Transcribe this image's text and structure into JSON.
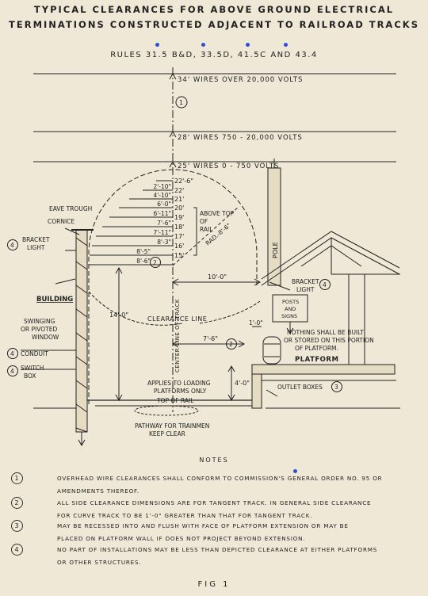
{
  "title": {
    "line1": "TYPICAL CLEARANCES FOR ABOVE GROUND ELECTRICAL",
    "line2": "TERMINATIONS CONSTRUCTED ADJACENT TO RAILROAD TRACKS"
  },
  "rules": "RULES 31.5 B&D, 33.5D, 41.5C AND 43.4",
  "wires": {
    "w1": "34' WIRES OVER 20,000 VOLTS",
    "w2": "28' WIRES 750 - 20,000 VOLTS",
    "w3": "25' WIRES 0 - 750 VOLTS"
  },
  "heights": [
    "22'-6\"",
    "22'",
    "21'",
    "20'",
    "19'",
    "18'",
    "17'",
    "16'",
    "15'"
  ],
  "offsets": [
    "2'-10\"",
    "4'-10\"",
    "6'-0\"",
    "6'-11\"",
    "7'-6\"",
    "7'-11\"",
    "8'-3\"",
    "8'-5\"",
    "8'-6\""
  ],
  "labels": {
    "above_top_of_rail": [
      "ABOVE TOP",
      "OF",
      "RAIL"
    ],
    "radius": "RAD.-8'-6\"",
    "eave_trough": "EAVE TROUGH",
    "cornice": "CORNICE",
    "bracket_light_left": [
      "BRACKET",
      "LIGHT"
    ],
    "building": "BUILDING",
    "window": [
      "SWINGING",
      "OR PIVOTED",
      "WINDOW"
    ],
    "conduit": "CONDUIT",
    "switch_box": [
      "SWITCH",
      "BOX"
    ],
    "height_14": "14'-0\"",
    "clearance_line": "CLEARANCE LINE",
    "center_line": "CENTER LINE OF TRACK",
    "dim_10": "10'-0\"",
    "dim_7_6": "7'-6\"",
    "dim_1": "1'-0\"",
    "dim_4": "4'-0\"",
    "pole": "POLE",
    "bracket_light_right": [
      "BRACKET",
      "LIGHT"
    ],
    "posts_signs": [
      "POSTS",
      "AND",
      "SIGNS"
    ],
    "nothing_built": [
      "NOTHING SHALL BE BUILT",
      "OR STORED ON THIS PORTION",
      "OF PLATFORM."
    ],
    "platform": "PLATFORM",
    "applies_loading": [
      "APPLIES TO LOADING",
      "PLATFORMS ONLY"
    ],
    "top_of_rail": "TOP OF RAIL",
    "outlet_boxes": "OUTLET BOXES",
    "pathway": [
      "PATHWAY FOR TRAINMEN",
      "KEEP CLEAR"
    ]
  },
  "callouts": {
    "c1": "1",
    "c2": "2",
    "c3": "3",
    "c4": "4"
  },
  "notes": {
    "title": "NOTES",
    "items": [
      {
        "num": "1",
        "lines": [
          "OVERHEAD WIRE CLEARANCES SHALL CONFORM TO COMMISSION'S GENERAL ORDER NO. 95 OR",
          "AMENDMENTS THEREOF."
        ]
      },
      {
        "num": "2",
        "lines": [
          "ALL SIDE CLEARANCE DIMENSIONS ARE FOR TANGENT TRACK. IN GENERAL SIDE CLEARANCE",
          "FOR CURVE TRACK TO BE 1'-0\" GREATER THAN THAT FOR TANGENT TRACK."
        ]
      },
      {
        "num": "3",
        "lines": [
          "MAY BE RECESSED INTO AND FLUSH WITH FACE OF PLATFORM EXTENSION OR MAY BE",
          "PLACED ON PLATFORM WALL IF DOES NOT PROJECT BEYOND EXTENSION."
        ]
      },
      {
        "num": "4",
        "lines": [
          "NO PART OF INSTALLATIONS MAY BE LESS THAN DEPICTED CLEARANCE AT EITHER PLATFORMS",
          "OR OTHER STRUCTURES."
        ]
      }
    ]
  },
  "figure": "FIG 1",
  "colors": {
    "paper": "#efe8d6",
    "ink": "#222222",
    "pin": "#2b4fd6"
  }
}
